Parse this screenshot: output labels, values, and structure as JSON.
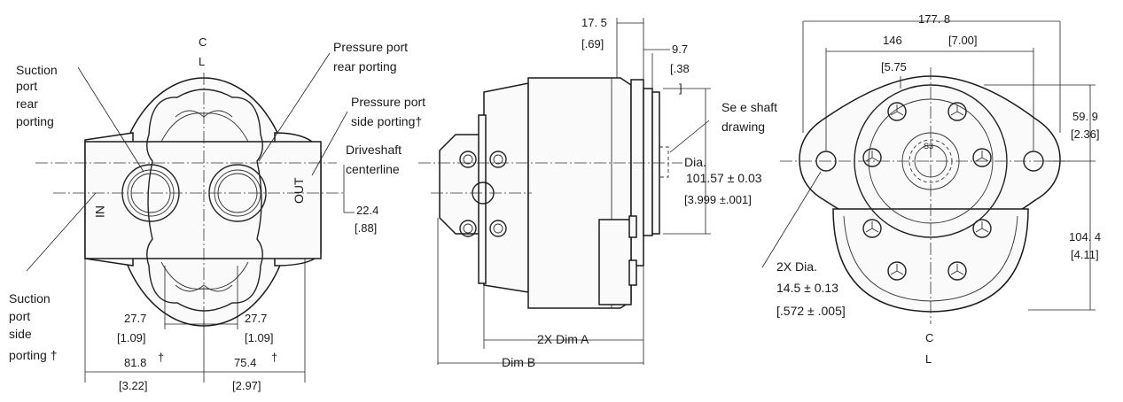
{
  "left_view": {
    "centerline_c": "C",
    "centerline_l": "L",
    "suction_rear": [
      "Suction",
      "port",
      "rear",
      "porting"
    ],
    "pressure_rear": [
      "Pressure port",
      "rear porting"
    ],
    "pressure_side": [
      "Pressure port",
      "side porting†"
    ],
    "suction_side": [
      "Suction",
      "port",
      "side",
      "porting †"
    ],
    "in_label": "NI",
    "out_label": "OUT",
    "dim_27_7_left": "27.7",
    "dim_1_09_left": "[1.09]",
    "dim_27_7_right": "27.7",
    "dim_1_09_right": "[1.09]",
    "dim_81_8": "81.8",
    "dim_3_22": "[3.22]",
    "dim_75_4": "75.4",
    "dim_2_97": "[2.97]",
    "dagger": "†"
  },
  "middle_view": {
    "driveshaft": [
      "Driveshaft",
      "centerline"
    ],
    "dim_22_4": "22.4",
    "dim_88": "[.88]",
    "dim_17_5": "17. 5",
    "dim_69": "[.69]",
    "dim_9_7": "9.7",
    "dim_38": "[.38",
    "bracket_close": "]",
    "see_shaft": [
      "Se e shaft",
      "drawing"
    ],
    "dia_label": "Dia.",
    "dia_value": "101.57  ±  0.03",
    "dia_inch": "[3.999  ±.001]",
    "dim_a": "2X Dim  A",
    "dim_b": "Dim  B"
  },
  "right_view": {
    "dim_177_8": "177. 8",
    "dim_7_00": "[7.00]",
    "dim_146": "146",
    "dim_5_75": "[5.75",
    "dim_59_9": "59. 9",
    "dim_2_36": "[2.36]",
    "dim_104_4": "104. 4",
    "dim_4_11": "[4.11]",
    "hole_label": "2X  Dia.",
    "hole_value": "14.5  ±  0.13",
    "hole_inch": "[.572  ±  .005]",
    "centerline_c": "C",
    "centerline_l": "L",
    "shaft_mark": "S3"
  }
}
